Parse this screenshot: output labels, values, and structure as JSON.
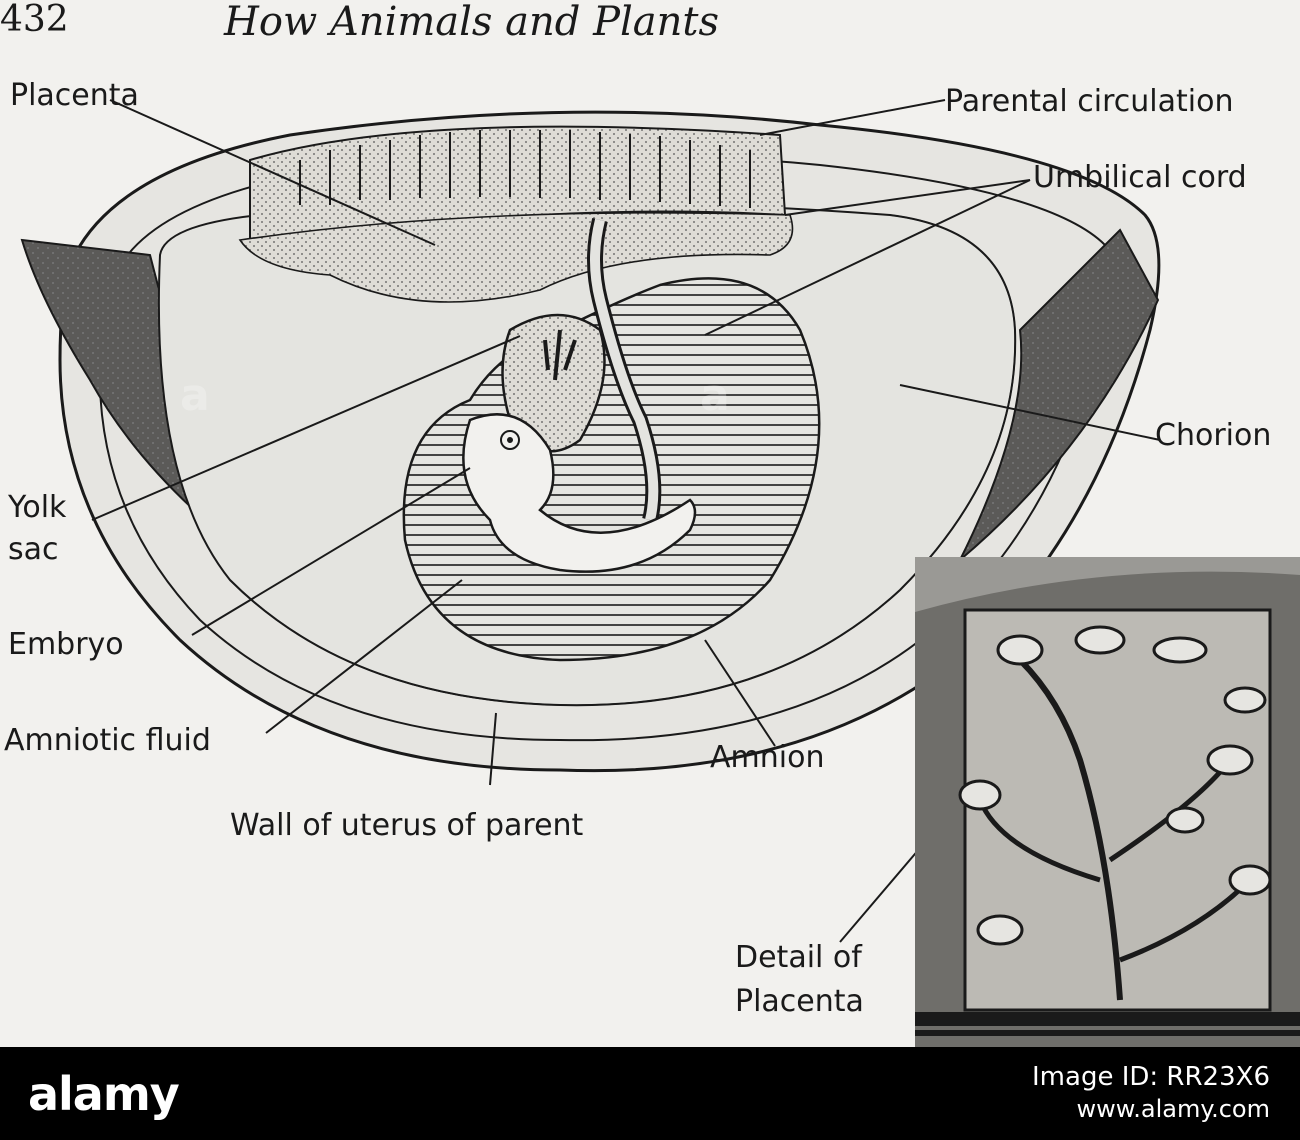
{
  "page_header": {
    "page_number": "432",
    "running_title": "How Animals and Plants"
  },
  "labels": {
    "placenta": "Placenta",
    "parental_circulation": "Parental circulation",
    "umbilical_cord": "Umbilical cord",
    "chorion": "Chorion",
    "yolk_sac_line1": "Yolk",
    "yolk_sac_line2": "sac",
    "embryo": "Embryo",
    "amniotic_fluid": "Amniotic fluid",
    "amnion": "Amnion",
    "wall_of_uterus": "Wall of uterus of parent",
    "detail_line1": "Detail of",
    "detail_line2": "Placenta"
  },
  "footer": {
    "logo": "alamy",
    "image_id": "Image ID: RR23X6",
    "site": "www.alamy.com"
  },
  "colors": {
    "paper": "#f2f1ee",
    "cavity": "#e4e4e0",
    "dark_tissue": "#5b5a58",
    "stipple": "#d8d7d2",
    "ink": "#1a1a1a",
    "footer": "#000000"
  }
}
